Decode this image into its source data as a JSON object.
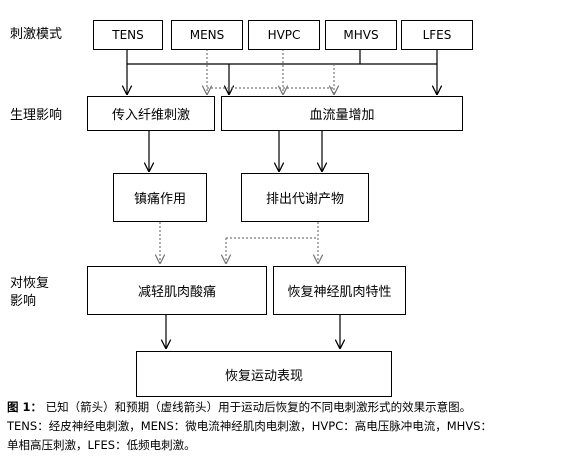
{
  "row_labels": {
    "stimulation_mode": "刺激模式",
    "physiological_effect": "生理影响",
    "recovery_effect_line1": "对恢复",
    "recovery_effect_line2": "影响"
  },
  "nodes": {
    "tens": "TENS",
    "mens": "MENS",
    "hvpc": "HVPC",
    "mhvs": "MHVS",
    "lfes": "LFES",
    "afferent": "传入纤维刺激",
    "bloodflow": "血流量增加",
    "analgesia": "镇痛作用",
    "metabolite": "排出代谢产物",
    "soreness": "减轻肌肉酸痛",
    "muscleprop": "恢复神经肌肉特性",
    "performance": "恢复运动表现"
  },
  "caption": {
    "label": "图 1：",
    "line1": "已知（箭头）和预期（虚线箭头）用于运动后恢复的不同电刺激形式的效果示意图。",
    "line2": "TENS：经皮神经电刺激，MENS：微电流神经肌肉电刺激，HVPC：高电压脉冲电流，MHVS：",
    "line3": "单相高压刺激，LFES：低频电刺激。"
  },
  "legend_semantics": {
    "solid_arrow": "已知",
    "dashed_arrow": "预期"
  }
}
